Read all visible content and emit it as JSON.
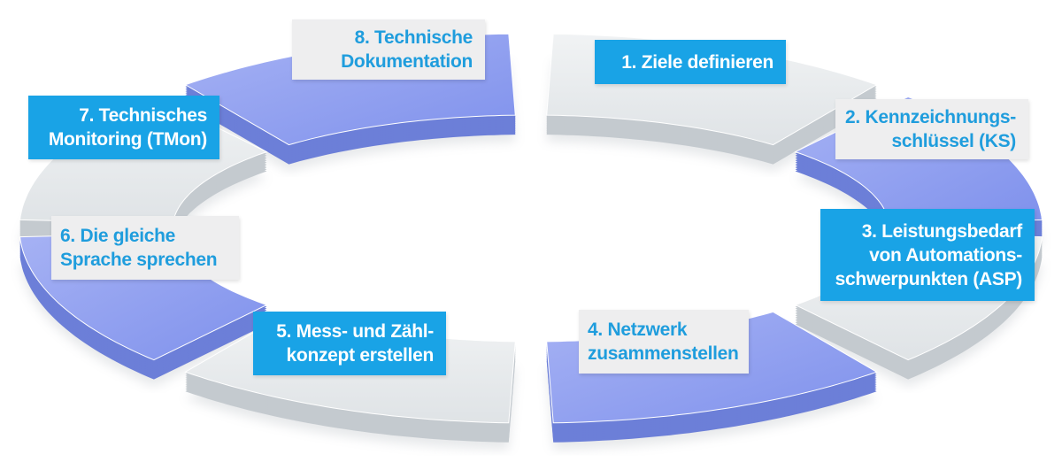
{
  "steps": [
    {
      "label": "1. Ziele definieren"
    },
    {
      "label": "2. Kennzeichnungs-\nschlüssel (KS)"
    },
    {
      "label": "3. Leistungsbedarf\nvon Automations-\nschwerpunkten (ASP)"
    },
    {
      "label": "4. Netzwerk\nzusammenstellen"
    },
    {
      "label": "5. Mess- und Zähl-\nkonzept erstellen"
    },
    {
      "label": "6. Die gleiche\nSprache sprechen"
    },
    {
      "label": "7. Technisches\nMonitoring (TMon)"
    },
    {
      "label": "8. Technische\nDokumentation"
    }
  ],
  "colors": {
    "label_blue": "#19a3e6",
    "label_gray": "#eeeeef",
    "text_blue": "#1f9ddd",
    "segment_violet": "#8d9ef0",
    "segment_gray": "#dfe3e6"
  }
}
